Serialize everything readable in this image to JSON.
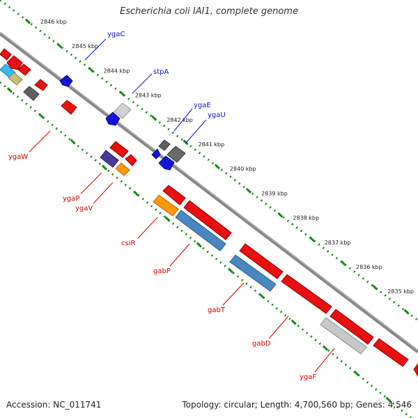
{
  "title": "Escherichia coli IAI1, complete genome",
  "footer": {
    "accession": "Accession: NC_011741",
    "topology": "Topology: circular; Length: 4,700,560 bp; Genes: 4,546"
  },
  "colors": {
    "scale_dots": "#1a8a1a",
    "backbone": "#808080",
    "label_fwd": "#1010c8",
    "label_rev": "#d00000"
  },
  "scale_labels": [
    "2846 kbp",
    "2845 kbp",
    "2844 kbp",
    "2843 kbp",
    "2842 kbp",
    "2841 kbp",
    "2840 kbp",
    "2839 kbp",
    "2838 kbp",
    "2837 kbp",
    "2836 kbp",
    "2835 kbp"
  ],
  "gene_labels_forward": [
    "ygaC",
    "stpA",
    "ygaE",
    "ygaU"
  ],
  "gene_labels_reverse": [
    "ygaW",
    "ygaP",
    "ygaV",
    "csiR",
    "gabP",
    "gabT",
    "gabD",
    "ygaF"
  ]
}
